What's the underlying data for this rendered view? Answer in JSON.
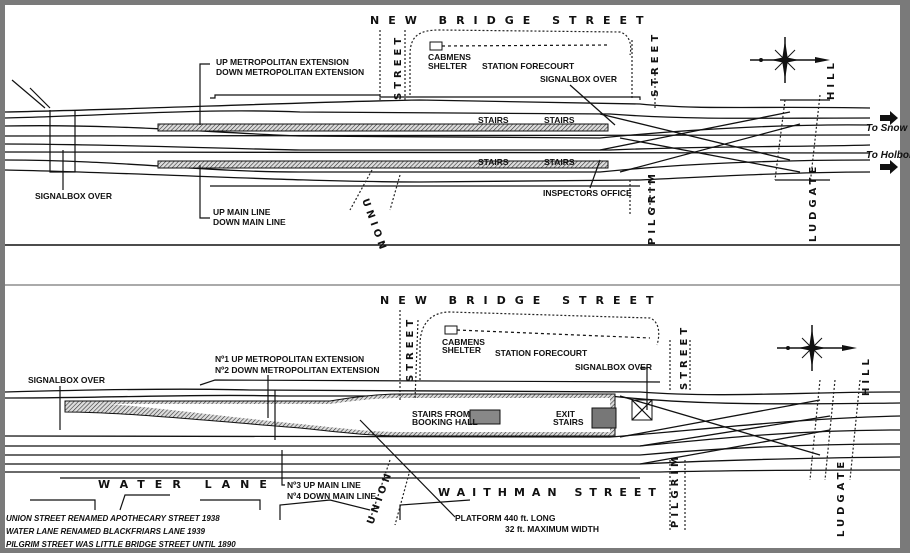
{
  "top_plan": {
    "streets": {
      "new_bridge": "NEW BRIDGE STREET",
      "union_a": "STREET",
      "union_b": "UNION",
      "pilgrim_a": "STREET",
      "pilgrim_b": "PILGRIM",
      "ludgate_a": "HILL",
      "ludgate_b": "LUDGATE"
    },
    "labels": {
      "cabmens": "CABMENS",
      "shelter": "SHELTER",
      "forecourt": "STATION FORECOURT",
      "up_met": "UP METROPOLITAN EXTENSION",
      "down_met": "DOWN METROPOLITAN EXTENSION",
      "up_main": "UP MAIN LINE",
      "down_main": "DOWN MAIN LINE",
      "signalbox_left": "SIGNALBOX OVER",
      "signalbox_right": "SIGNALBOX OVER",
      "stairs": [
        "STAIRS",
        "STAIRS",
        "STAIRS",
        "STAIRS"
      ],
      "inspectors": "INSPECTORS OFFICE",
      "to_snow_hill": "To Snow Hill",
      "to_holborn": "To Holborn"
    }
  },
  "bottom_plan": {
    "streets": {
      "new_bridge": "NEW BRIDGE STREET",
      "union_a": "STREET",
      "union_b": "UNION",
      "pilgrim_a": "STREET",
      "pilgrim_b": "PILGRIM",
      "ludgate_a": "HILL",
      "ludgate_b": "LUDGATE",
      "water_lane": "WATER LANE",
      "waithman": "WAITHMAN STREET"
    },
    "labels": {
      "cabmens": "CABMENS",
      "shelter": "SHELTER",
      "forecourt": "STATION FORECOURT",
      "no1": "Nº1 UP METROPOLITAN EXTENSION",
      "no2": "Nº2 DOWN METROPOLITAN EXTENSION",
      "no3": "Nº3 UP MAIN LINE",
      "no4": "Nº4 DOWN MAIN LINE",
      "signalbox_left": "SIGNALBOX OVER",
      "signalbox_right": "SIGNALBOX OVER",
      "stairs_from": "STAIRS FROM",
      "booking_hall": "BOOKING HALL",
      "exit": "EXIT",
      "exit_stairs": "STAIRS",
      "platform_length": "PLATFORM 440 ft. LONG",
      "platform_width": "32 ft. MAXIMUM WIDTH"
    },
    "notes": [
      "UNION STREET RENAMED APOTHECARY STREET 1938",
      "WATER LANE RENAMED BLACKFRIARS LANE 1939",
      "PILGRIM STREET WAS LITTLE BRIDGE STREET UNTIL 1890"
    ]
  }
}
